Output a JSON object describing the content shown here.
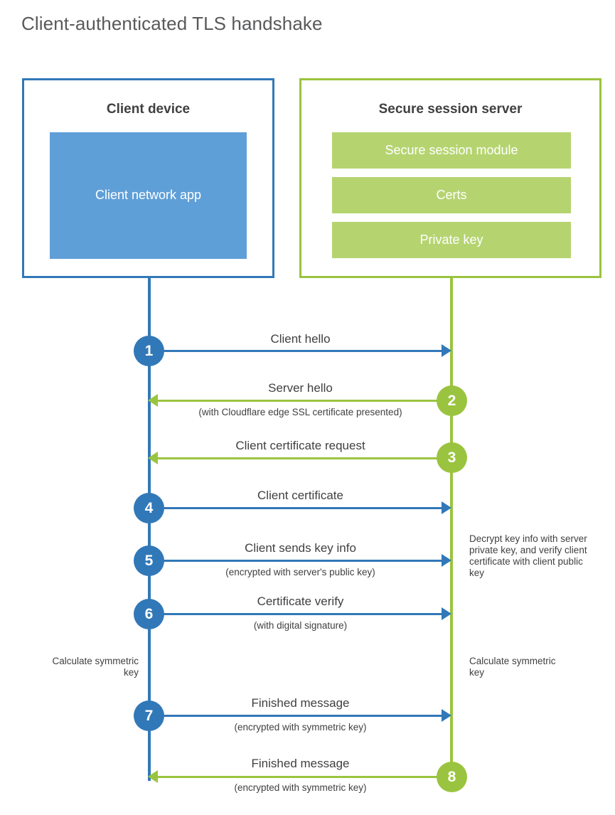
{
  "title": "Client-authenticated TLS handshake",
  "colors": {
    "blue": "#3178b8",
    "blue_fill": "#5f9fd8",
    "green": "#9ac43f",
    "green_fill": "#b5d470",
    "text": "#404041",
    "title_text": "#58595b"
  },
  "client": {
    "title": "Client device",
    "app_label": "Client network app"
  },
  "server": {
    "title": "Secure session server",
    "bars": [
      "Secure session module",
      "Certs",
      "Private key"
    ]
  },
  "steps": [
    {
      "number": "1",
      "label": "Client hello",
      "sublabel": "",
      "direction": "client-to-server",
      "side": "client"
    },
    {
      "number": "2",
      "label": "Server hello",
      "sublabel": "(with Cloudflare edge SSL certificate presented)",
      "direction": "server-to-client",
      "side": "server"
    },
    {
      "number": "3",
      "label": "Client certificate request",
      "sublabel": "",
      "direction": "server-to-client",
      "side": "server"
    },
    {
      "number": "4",
      "label": "Client certificate",
      "sublabel": "",
      "direction": "client-to-server",
      "side": "client"
    },
    {
      "number": "5",
      "label": "Client sends key info",
      "sublabel": "(encrypted with server's public key)",
      "direction": "client-to-server",
      "side": "client"
    },
    {
      "number": "6",
      "label": "Certificate verify",
      "sublabel": "(with digital signature)",
      "direction": "client-to-server",
      "side": "client"
    },
    {
      "number": "7",
      "label": "Finished message",
      "sublabel": "(encrypted with symmetric key)",
      "direction": "client-to-server",
      "side": "client"
    },
    {
      "number": "8",
      "label": "Finished message",
      "sublabel": "(encrypted with symmetric key)",
      "direction": "server-to-client",
      "side": "server"
    }
  ],
  "annotations": {
    "server_decrypt": "Decrypt key info with server private key, and verify client certificate with client public key",
    "client_calculate": "Calculate symmetric key",
    "server_calculate": "Calculate symmetric key"
  }
}
